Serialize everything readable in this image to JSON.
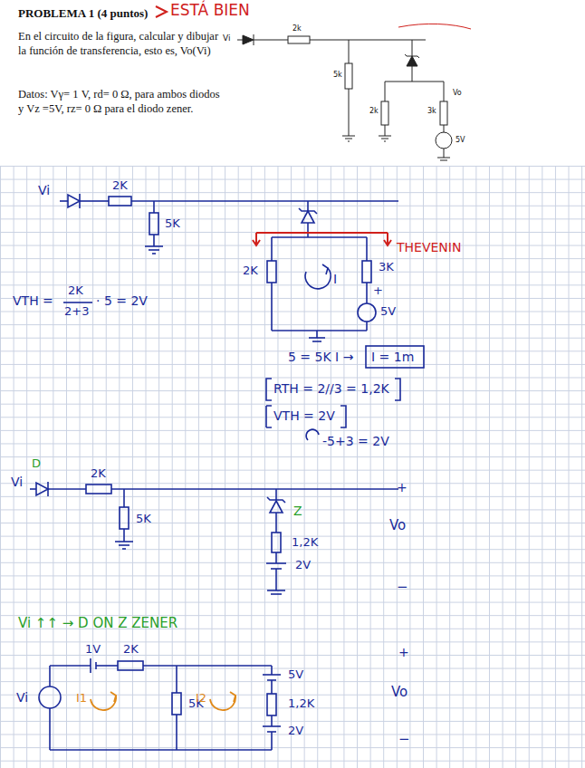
{
  "diagram": {
    "title": "PROBLEMA 1 (4 puntos)",
    "labels": [
      "ESTÁ BIEN",
      "En el circuito de la figura, calcular y dibujar la función de transferencia, esto es, Vo(Vi)",
      "Datos: Vγ= 1 V, rd= 0 Ω, para ambos diodos y Vz =5V, rz= 0 Ω para el diodo zener.",
      "Vi",
      "2k",
      "5k",
      "2k",
      "3k",
      "Vo",
      "5V",
      "Vi",
      "2K",
      "5K",
      "2K",
      "3K",
      "+",
      "5V",
      "THEVENIN",
      "I",
      "VTH =",
      "2K",
      "2+3",
      "· 5 = 2V",
      "5 = 5K I →",
      "I = 1m",
      "RTH = 2//3 = 1,2K",
      "VTH = 2V",
      "-5+3 = 2V",
      "D",
      "Vi",
      "2K",
      "5K",
      "Z",
      "1,2K",
      "2V",
      "+",
      "Vo",
      "−",
      "Vi ↑↑ → D ON  Z ZENER",
      "1V",
      "2K",
      "Vi",
      "5K",
      "5V",
      "1,2K",
      "2V",
      "I1",
      "I2",
      "+",
      "Vo",
      "−"
    ]
  }
}
